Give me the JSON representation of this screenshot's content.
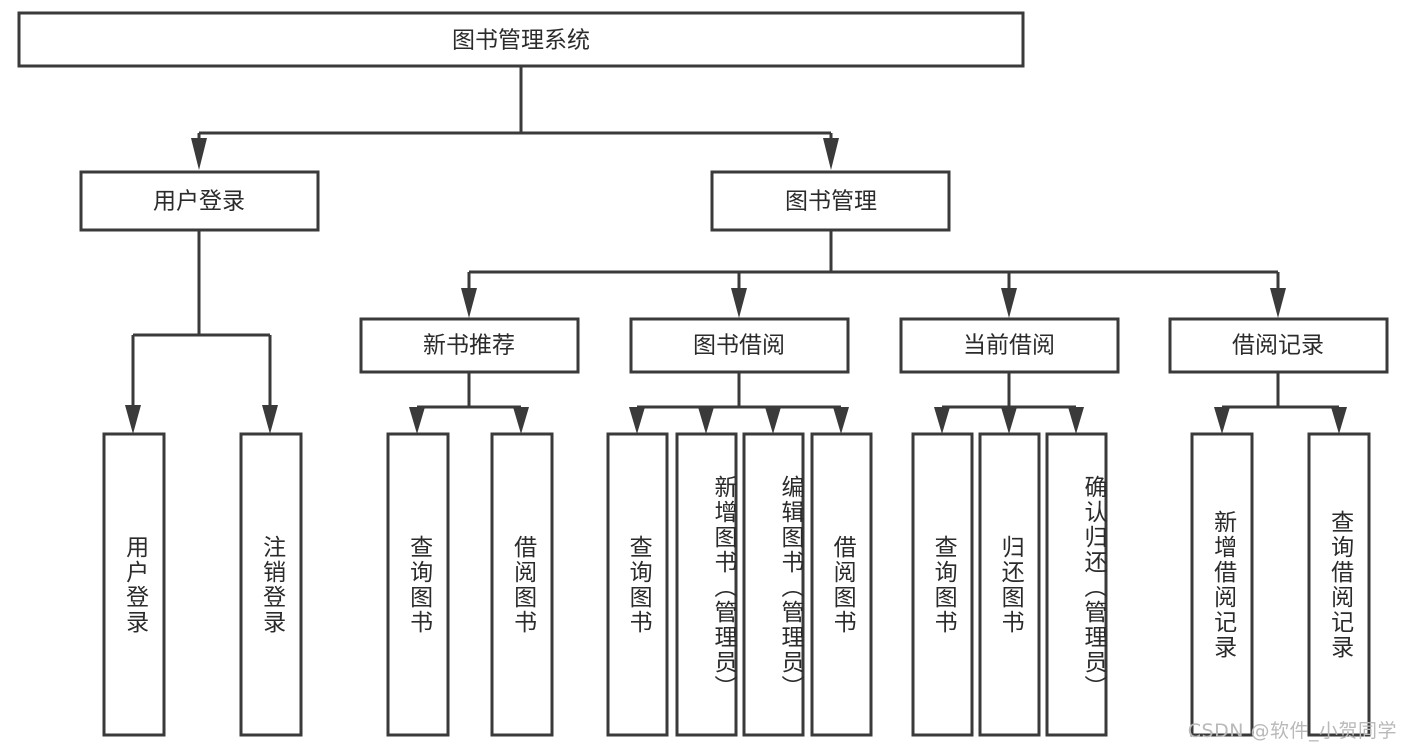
{
  "diagram": {
    "title": "图书管理系统",
    "type": "tree-hierarchy-diagram",
    "colors": {
      "stroke": "#3a3a3a",
      "fill": "#ffffff",
      "text": "#2b2b2b",
      "watermark": "#b9b9b9",
      "background": "#ffffff"
    },
    "root": {
      "label": "图书管理系统"
    },
    "level2": [
      {
        "label": "用户登录"
      },
      {
        "label": "图书管理"
      }
    ],
    "level3": [
      {
        "label": "新书推荐"
      },
      {
        "label": "图书借阅"
      },
      {
        "label": "当前借阅"
      },
      {
        "label": "借阅记录"
      }
    ],
    "leaves": {
      "user_login": [
        {
          "label": "用户登录"
        },
        {
          "label": "注销登录"
        }
      ],
      "new_book_recommend": [
        {
          "label": "查询图书"
        },
        {
          "label": "借阅图书"
        }
      ],
      "book_borrow": [
        {
          "label": "查询图书"
        },
        {
          "label": "新增图书（管理员）"
        },
        {
          "label": "编辑图书（管理员）"
        },
        {
          "label": "借阅图书"
        }
      ],
      "current_borrow": [
        {
          "label": "查询图书"
        },
        {
          "label": "归还图书"
        },
        {
          "label": "确认归还（管理员）"
        }
      ],
      "borrow_records": [
        {
          "label": "新增借阅记录"
        },
        {
          "label": "查询借阅记录"
        }
      ]
    }
  },
  "watermark": {
    "text": "CSDN @软件_小贺同学"
  }
}
